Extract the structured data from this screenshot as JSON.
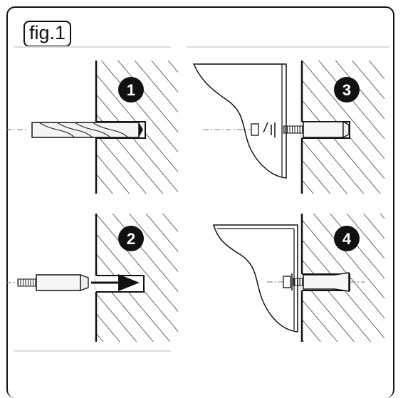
{
  "figure": {
    "label": "fig.1",
    "steps": [
      {
        "number": "1"
      },
      {
        "number": "2"
      },
      {
        "number": "3"
      },
      {
        "number": "4"
      }
    ]
  }
}
